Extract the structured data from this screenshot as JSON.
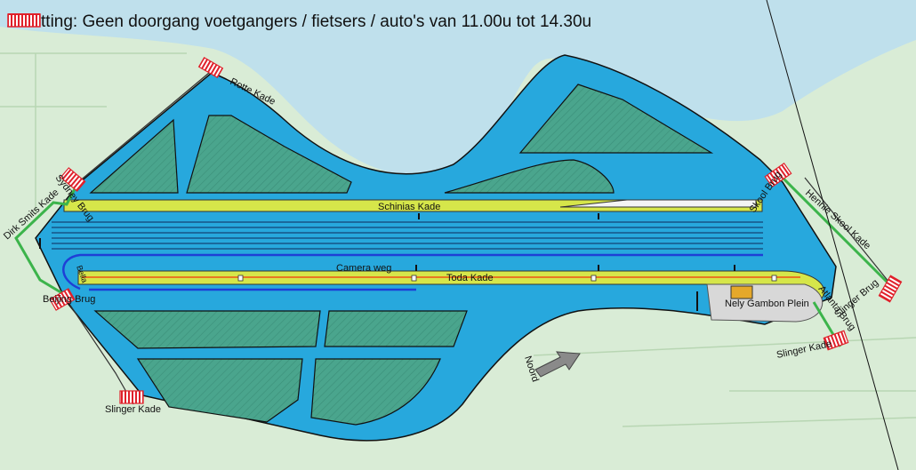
{
  "legend": {
    "text": "Afzetting: Geen doorgang voetgangers / fietsers / auto's van 11.00u tot 14.30u",
    "barrier_icon": "barrier-icon"
  },
  "labels": {
    "rotte_kade": "Rotte Kade",
    "sydney_brug": "Sydney Brug",
    "dirk_smits_kade": "Dirk Smits Kade",
    "beijing_brug": "Beijing Brug",
    "bella": "Bella",
    "schinias_kade": "Schinias Kade",
    "camera_weg": "Camera weg",
    "toda_kade": "Toda Kade",
    "nely_gambon_plein": "Nely Gambon Plein",
    "skool_brug": "Skool Brug",
    "hennie_skool_kade": "Hennie Skool Kade",
    "atlanta_brug": "Atlanta Brug",
    "slinger_kade_right": "Slinger Kade",
    "slinger_kade_bottom": "Slinger Kade",
    "slinger_brug": "Slinger Brug",
    "noord": "Noord"
  },
  "colors": {
    "land": "#d9ecd6",
    "lake": "#bfe0ec",
    "water": "#27a8dd",
    "green": "#4aa58d",
    "road_yellow": "#d6e64a",
    "orange": "#e87722",
    "route_green": "#3cb44b",
    "barrier_red": "#e0202a",
    "plaza_grey": "#d8d8d8",
    "stage_gold": "#e5a82a",
    "lane_dark": "#0f2a5a",
    "camera_blue": "#1f3fd6"
  }
}
